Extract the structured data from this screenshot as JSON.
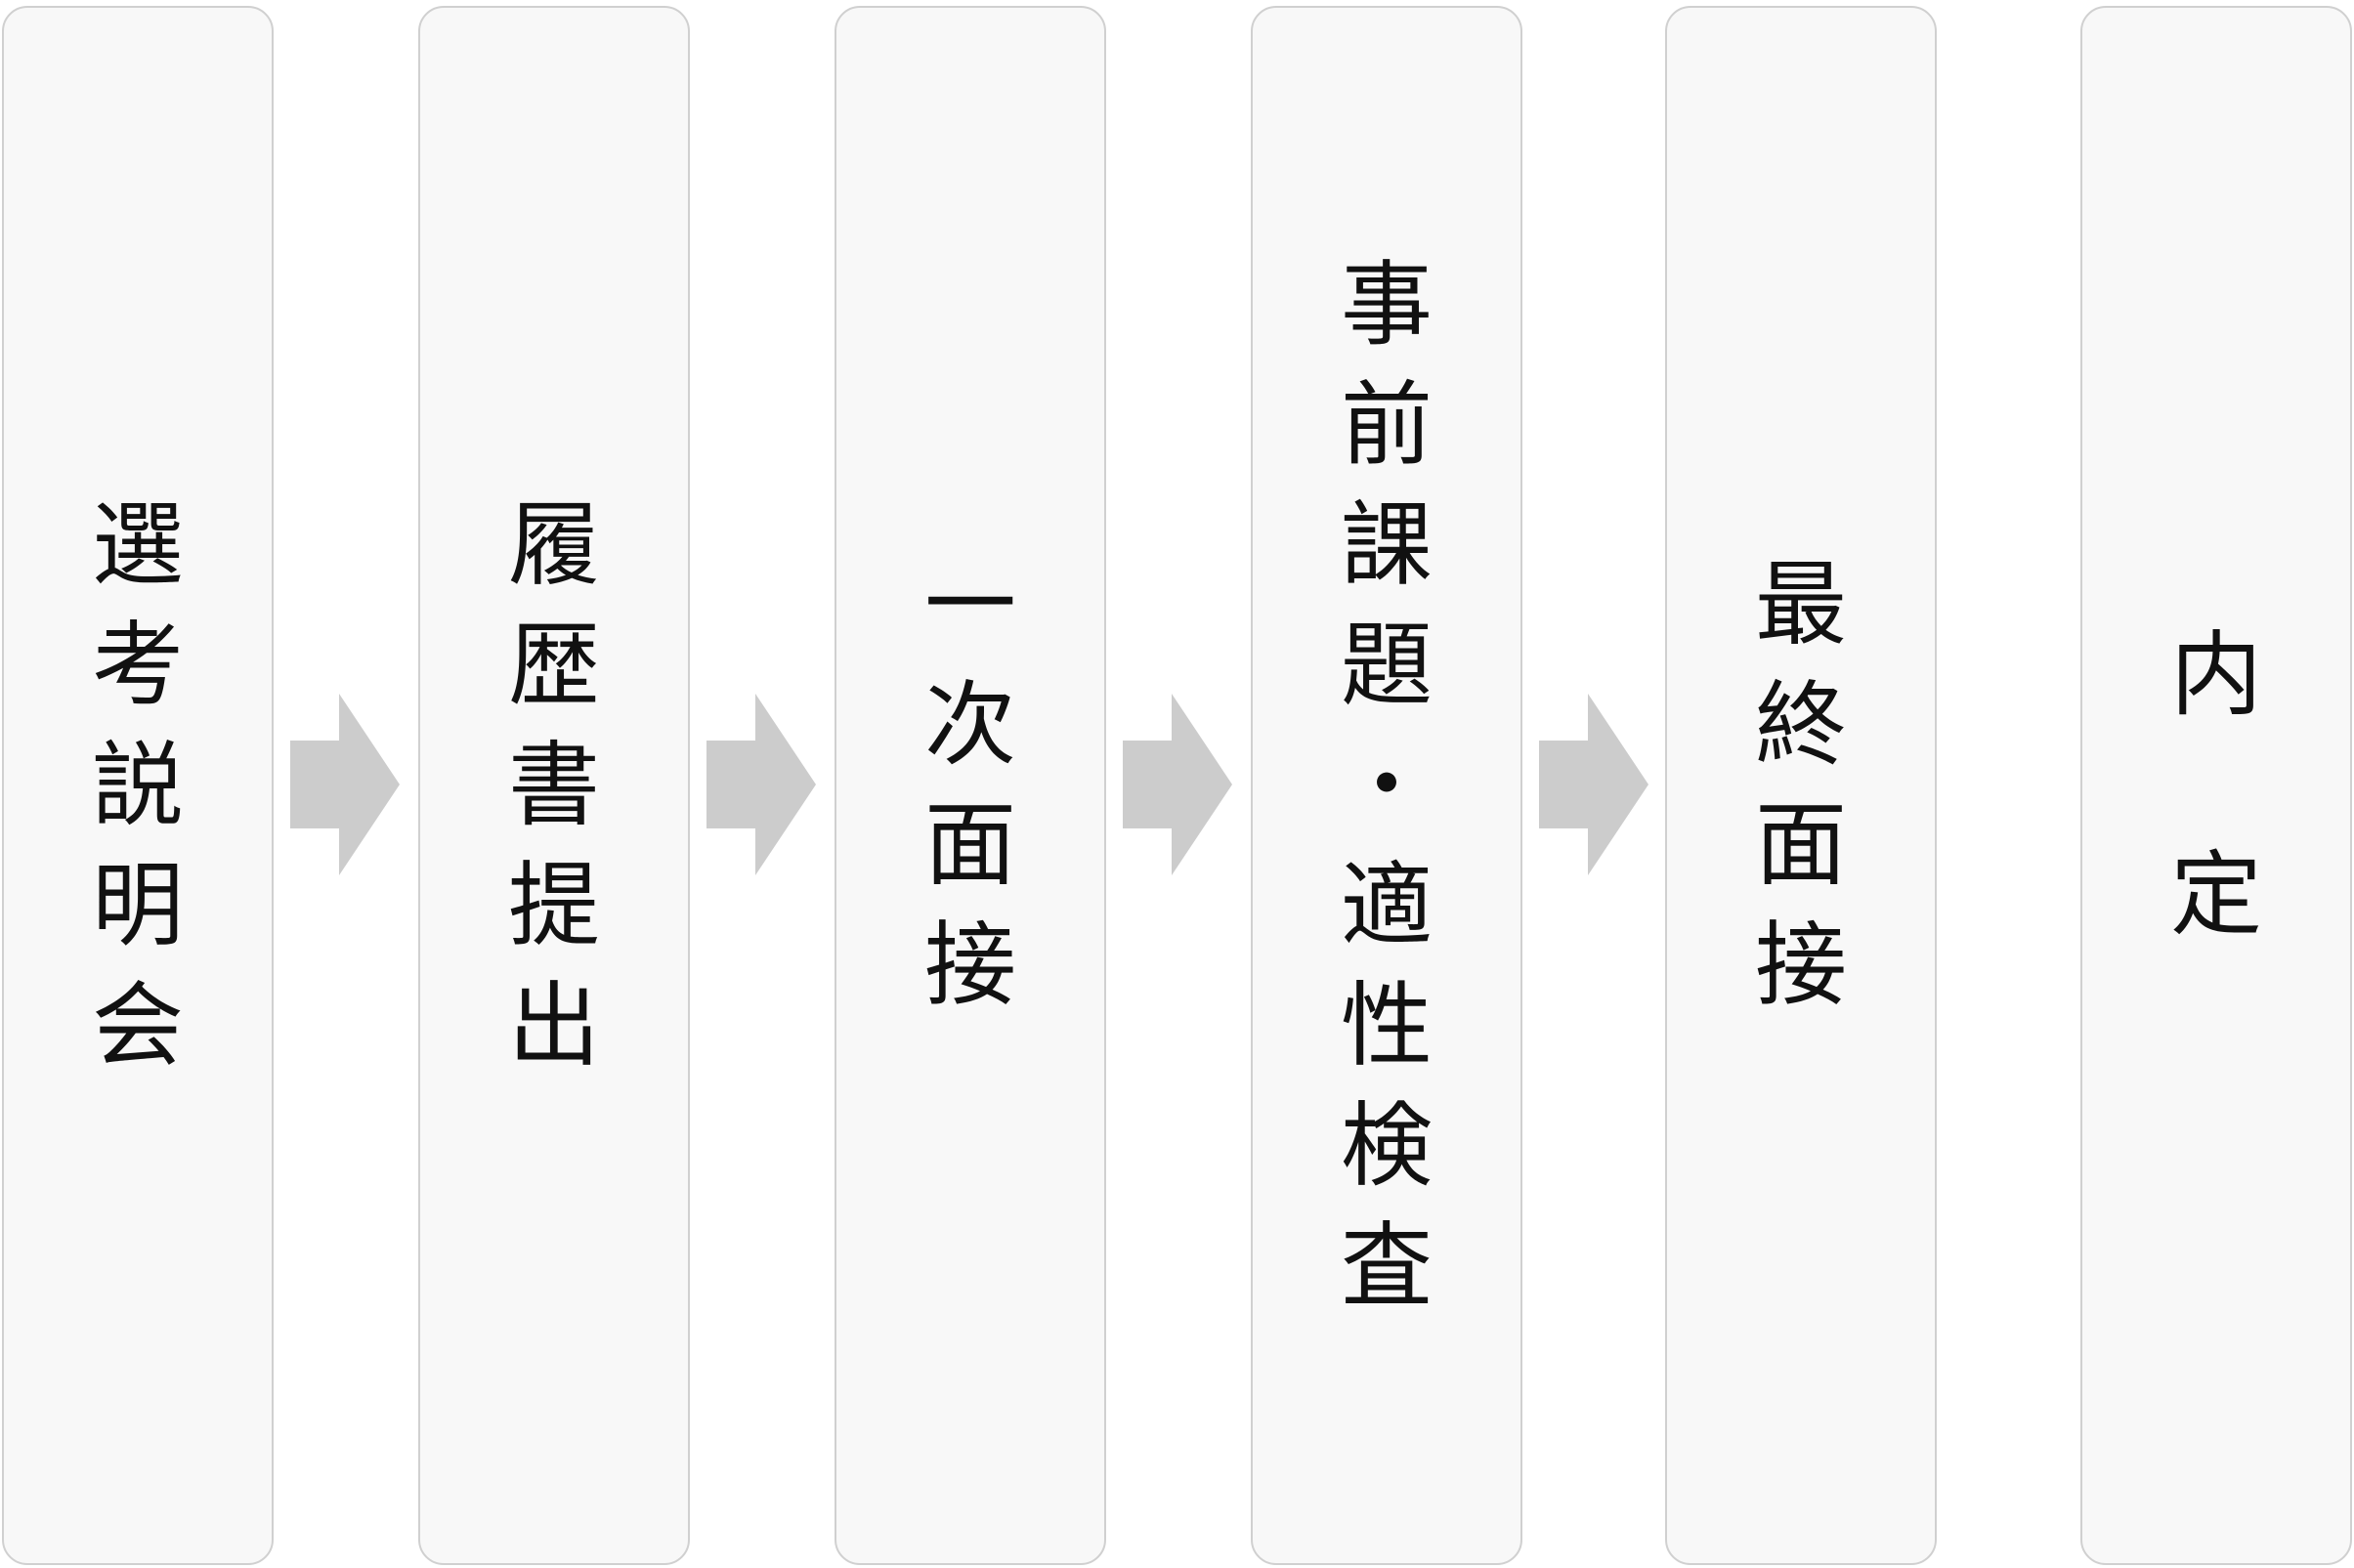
{
  "diagram": {
    "steps": [
      {
        "label": "選考説明会"
      },
      {
        "label": "履歴書提出"
      },
      {
        "label": "一次面接"
      },
      {
        "label": "事前課題・適性検査"
      },
      {
        "label": "最終面接"
      },
      {
        "label": "内定"
      }
    ],
    "colors": {
      "box_fill": "#f8f8f8",
      "box_border": "#d0d0d0",
      "arrow_fill": "#cccccc",
      "text": "#111111"
    }
  }
}
